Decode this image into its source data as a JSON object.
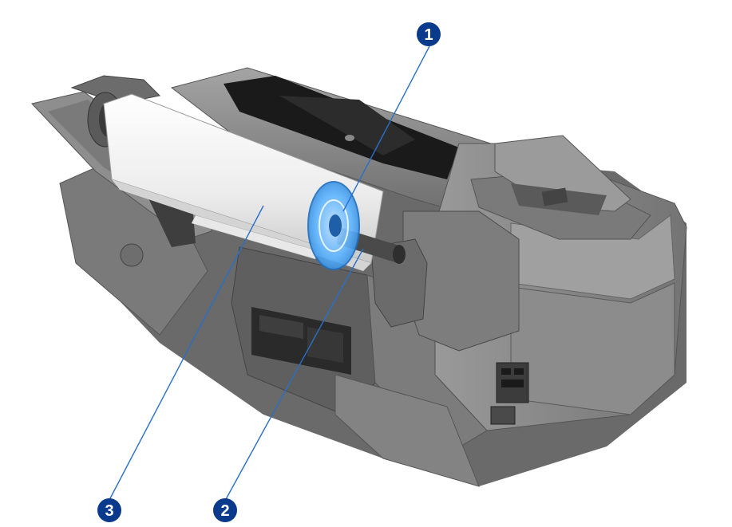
{
  "callouts": [
    {
      "id": "1",
      "label": "1",
      "part": "spindle-stop-icon"
    },
    {
      "id": "2",
      "label": "2",
      "part": "spindle-icon"
    },
    {
      "id": "3",
      "label": "3",
      "part": "paper-roll-icon"
    }
  ],
  "colors": {
    "callout_fill": "#0a3a8c",
    "leader_line": "#2a6fc9",
    "printer_body": "#8a8a8a",
    "printer_dark": "#4a4a4a",
    "paper": "#f2f2f2",
    "highlight": "#4aa8ff"
  }
}
